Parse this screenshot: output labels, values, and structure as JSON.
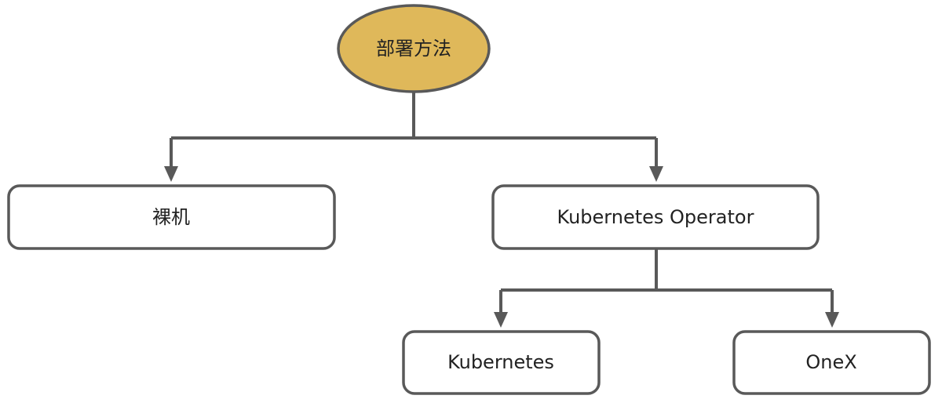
{
  "diagram": {
    "root": {
      "label": "部署方法",
      "fill_color": "#DFB85A"
    },
    "bare_metal": {
      "label": "裸机"
    },
    "kubernetes_operator": {
      "label": "Kubernetes Operator"
    },
    "kubernetes": {
      "label": "Kubernetes"
    },
    "onex": {
      "label": "OneX"
    },
    "line_color": "#595959",
    "node_border_color": "#595959"
  }
}
